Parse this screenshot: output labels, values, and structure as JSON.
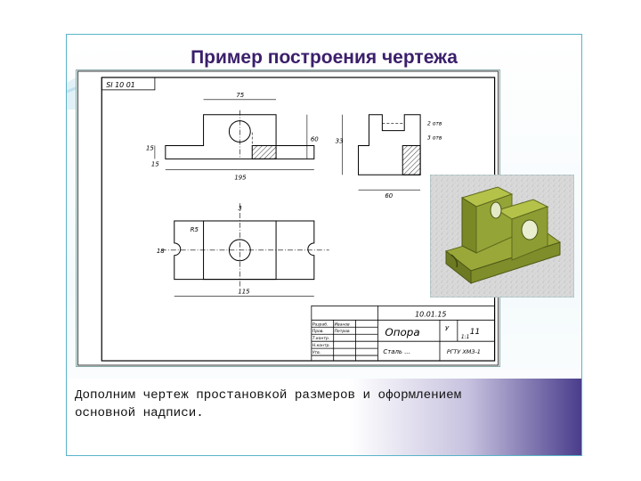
{
  "slide": {
    "title": "Пример построения чертежа",
    "caption_line1": "Дополним чертеж простановкой размеров и оформлением",
    "caption_line2": "основной надписи."
  },
  "drawing": {
    "stamp_code": "SI 10 01",
    "front_dims": {
      "top_width": "75",
      "total_width": "195",
      "height": "60",
      "left_offset1": "15",
      "left_offset2": "15"
    },
    "side_dims": {
      "height": "33",
      "width": "60",
      "slot1": "2 отв",
      "slot2": "3 отв"
    },
    "top_dims": {
      "thickness": "3",
      "slot": "R5",
      "side": "18",
      "width": "115"
    },
    "title_block": {
      "designation": "10.01.15",
      "part_name": "Опора",
      "scale": "1:1",
      "sheet": "11",
      "material": "Сталь ...",
      "org": "РГТУ ХМЗ-1",
      "letter": "У",
      "row_labels": [
        "Разраб.",
        "Пров.",
        "Т.контр.",
        "Н.контр.",
        "Утв."
      ],
      "row_names": [
        "Иванов",
        "Петров",
        "",
        "",
        ""
      ]
    }
  }
}
